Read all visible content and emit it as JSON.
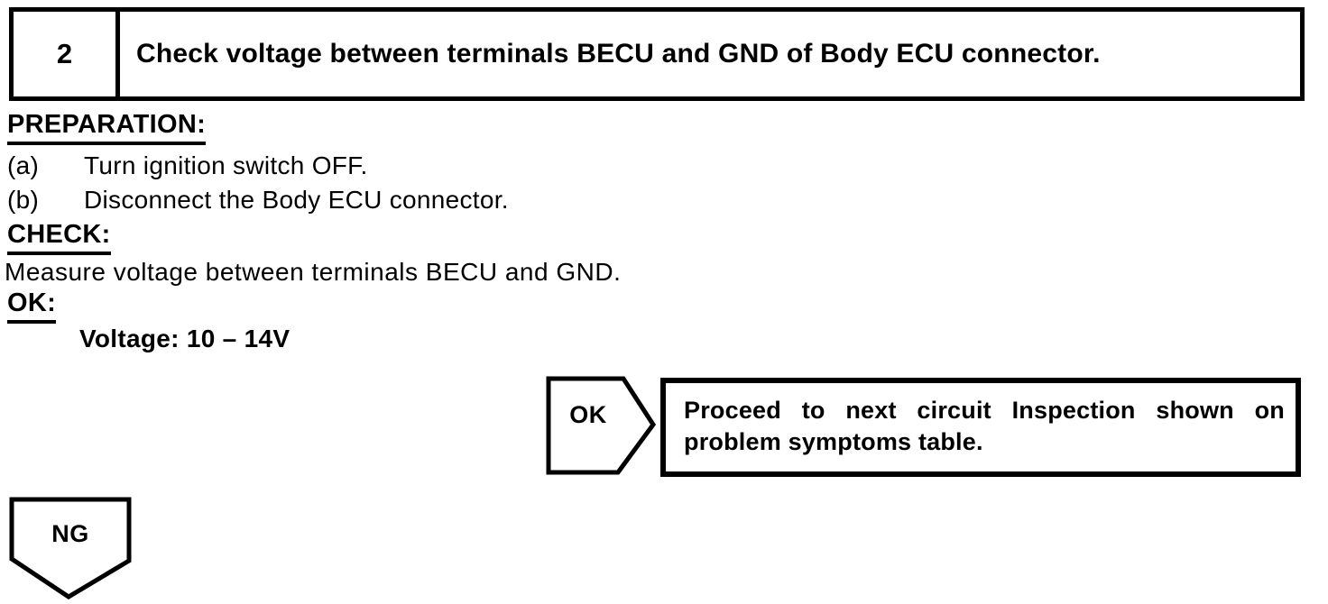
{
  "step": {
    "number": "2",
    "title": "Check voltage between terminals BECU and GND of Body ECU connector."
  },
  "sections": {
    "preparation": {
      "heading": "PREPARATION:",
      "items": [
        {
          "label": "(a)",
          "text": "Turn ignition switch OFF."
        },
        {
          "label": "(b)",
          "text": "Disconnect the Body ECU connector."
        }
      ]
    },
    "check": {
      "heading": "CHECK:",
      "text": "Measure voltage between terminals BECU and GND."
    },
    "ok_spec": {
      "heading": "OK:",
      "value": "Voltage: 10 – 14V"
    }
  },
  "flow": {
    "ok": {
      "label": "OK",
      "action": "Proceed to next circuit Inspection shown on problem symptoms table."
    },
    "ng": {
      "label": "NG"
    }
  },
  "colors": {
    "ink": "#000000",
    "paper": "#ffffff"
  }
}
